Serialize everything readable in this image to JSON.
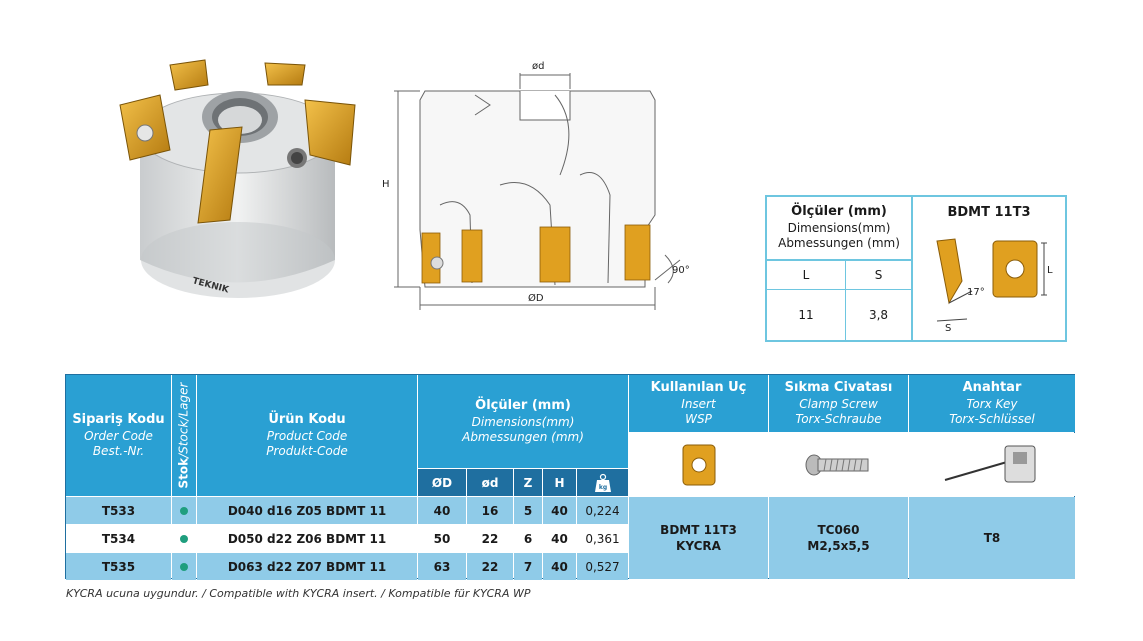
{
  "product_image": {
    "brand_text": "TEKNIK"
  },
  "drawing": {
    "label_d_small": "ød",
    "label_H": "H",
    "label_D_big": "ØD",
    "label_angle": "90°"
  },
  "dims_box": {
    "title_main": "Ölçüler (mm)",
    "title_en": "Dimensions(mm)",
    "title_de": "Abmessungen (mm)",
    "insert_title": "BDMT 11T3",
    "col_L": "L",
    "col_S": "S",
    "val_L": "11",
    "val_S": "3,8",
    "insert_label_L": "L",
    "insert_label_S": "S",
    "insert_angle": "17°"
  },
  "table": {
    "order_code": {
      "tr": "Sipariş Kodu",
      "en": "Order Code",
      "de": "Best.-Nr."
    },
    "stock": {
      "tr": "Stok",
      "rest": "/Stock/Lager"
    },
    "product_code": {
      "tr": "Ürün Kodu",
      "en": "Product Code",
      "de": "Produkt-Code"
    },
    "dimensions": {
      "tr": "Ölçüler (mm)",
      "en": "Dimensions(mm)",
      "de": "Abmessungen (mm)"
    },
    "insert": {
      "tr": "Kullanılan Uç",
      "en": "Insert",
      "de": "WSP"
    },
    "clamp_screw": {
      "tr": "Sıkma Civatası",
      "en": "Clamp Screw",
      "de": "Torx-Schraube"
    },
    "key": {
      "tr": "Anahtar",
      "en": "Torx Key",
      "de": "Torx-Schlüssel"
    },
    "subheaders": {
      "D": "ØD",
      "d": "ød",
      "Z": "Z",
      "H": "H",
      "weight_icon": "kg"
    },
    "rows": [
      {
        "order": "T533",
        "product": "D040 d16 Z05 BDMT 11",
        "D": "40",
        "d": "16",
        "Z": "5",
        "H": "40",
        "weight": "0,224"
      },
      {
        "order": "T534",
        "product": "D050 d22 Z06 BDMT 11",
        "D": "50",
        "d": "22",
        "Z": "6",
        "H": "40",
        "weight": "0,361"
      },
      {
        "order": "T535",
        "product": "D063 d22 Z07 BDMT 11",
        "D": "63",
        "d": "22",
        "Z": "7",
        "H": "40",
        "weight": "0,527"
      }
    ],
    "insert_value": {
      "line1": "BDMT 11T3",
      "line2": "KYCRA"
    },
    "screw_value": {
      "line1": "TC060",
      "line2": "M2,5x5,5"
    },
    "key_value": "T8"
  },
  "footnote": "KYCRA ucuna uygundur. / Compatible with KYCRA insert. / Kompatible für KYCRA WP",
  "colors": {
    "header_blue": "#2aa0d3",
    "dark_blue": "#1f6fa0",
    "light_blue": "#8fcbe8",
    "stock_dot": "#1f9e7e",
    "insert_gold": "#e0a020"
  }
}
